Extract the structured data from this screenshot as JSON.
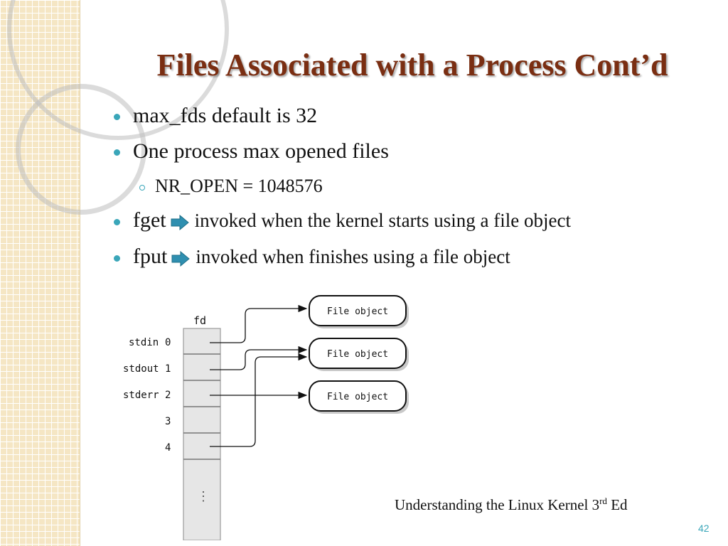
{
  "slide": {
    "title": "Files Associated with a Process Cont’d",
    "page_number": "42"
  },
  "bullets": [
    {
      "text": "max_fds default is 32"
    },
    {
      "text": "One process max opened files"
    },
    {
      "text": "NR_OPEN = 1048576"
    },
    {
      "term": "fget",
      "text": "invoked when the kernel starts using a file object"
    },
    {
      "term": "fput",
      "text": "invoked when finishes using a file object"
    }
  ],
  "diagram": {
    "header": "fd",
    "rows": [
      {
        "name": "stdin",
        "index": "0"
      },
      {
        "name": "stdout",
        "index": "1"
      },
      {
        "name": "stderr",
        "index": "2"
      },
      {
        "name": "",
        "index": "3"
      },
      {
        "name": "",
        "index": "4"
      }
    ],
    "ellipsis": "⋮",
    "file_objects": [
      "File object",
      "File object",
      "File object"
    ]
  },
  "caption": {
    "main": "Understanding the Linux Kernel 3",
    "superscript": "rd",
    "suffix": "Ed"
  },
  "colors": {
    "title": "#7a2e12",
    "bullet": "#3aa6b9",
    "arrow_icon": "#2f8fb0"
  },
  "icons": {
    "bullet_marker": "filled-circle",
    "sub_bullet_marker": "hollow-circle",
    "implies_arrow": "right-arrow-icon"
  }
}
